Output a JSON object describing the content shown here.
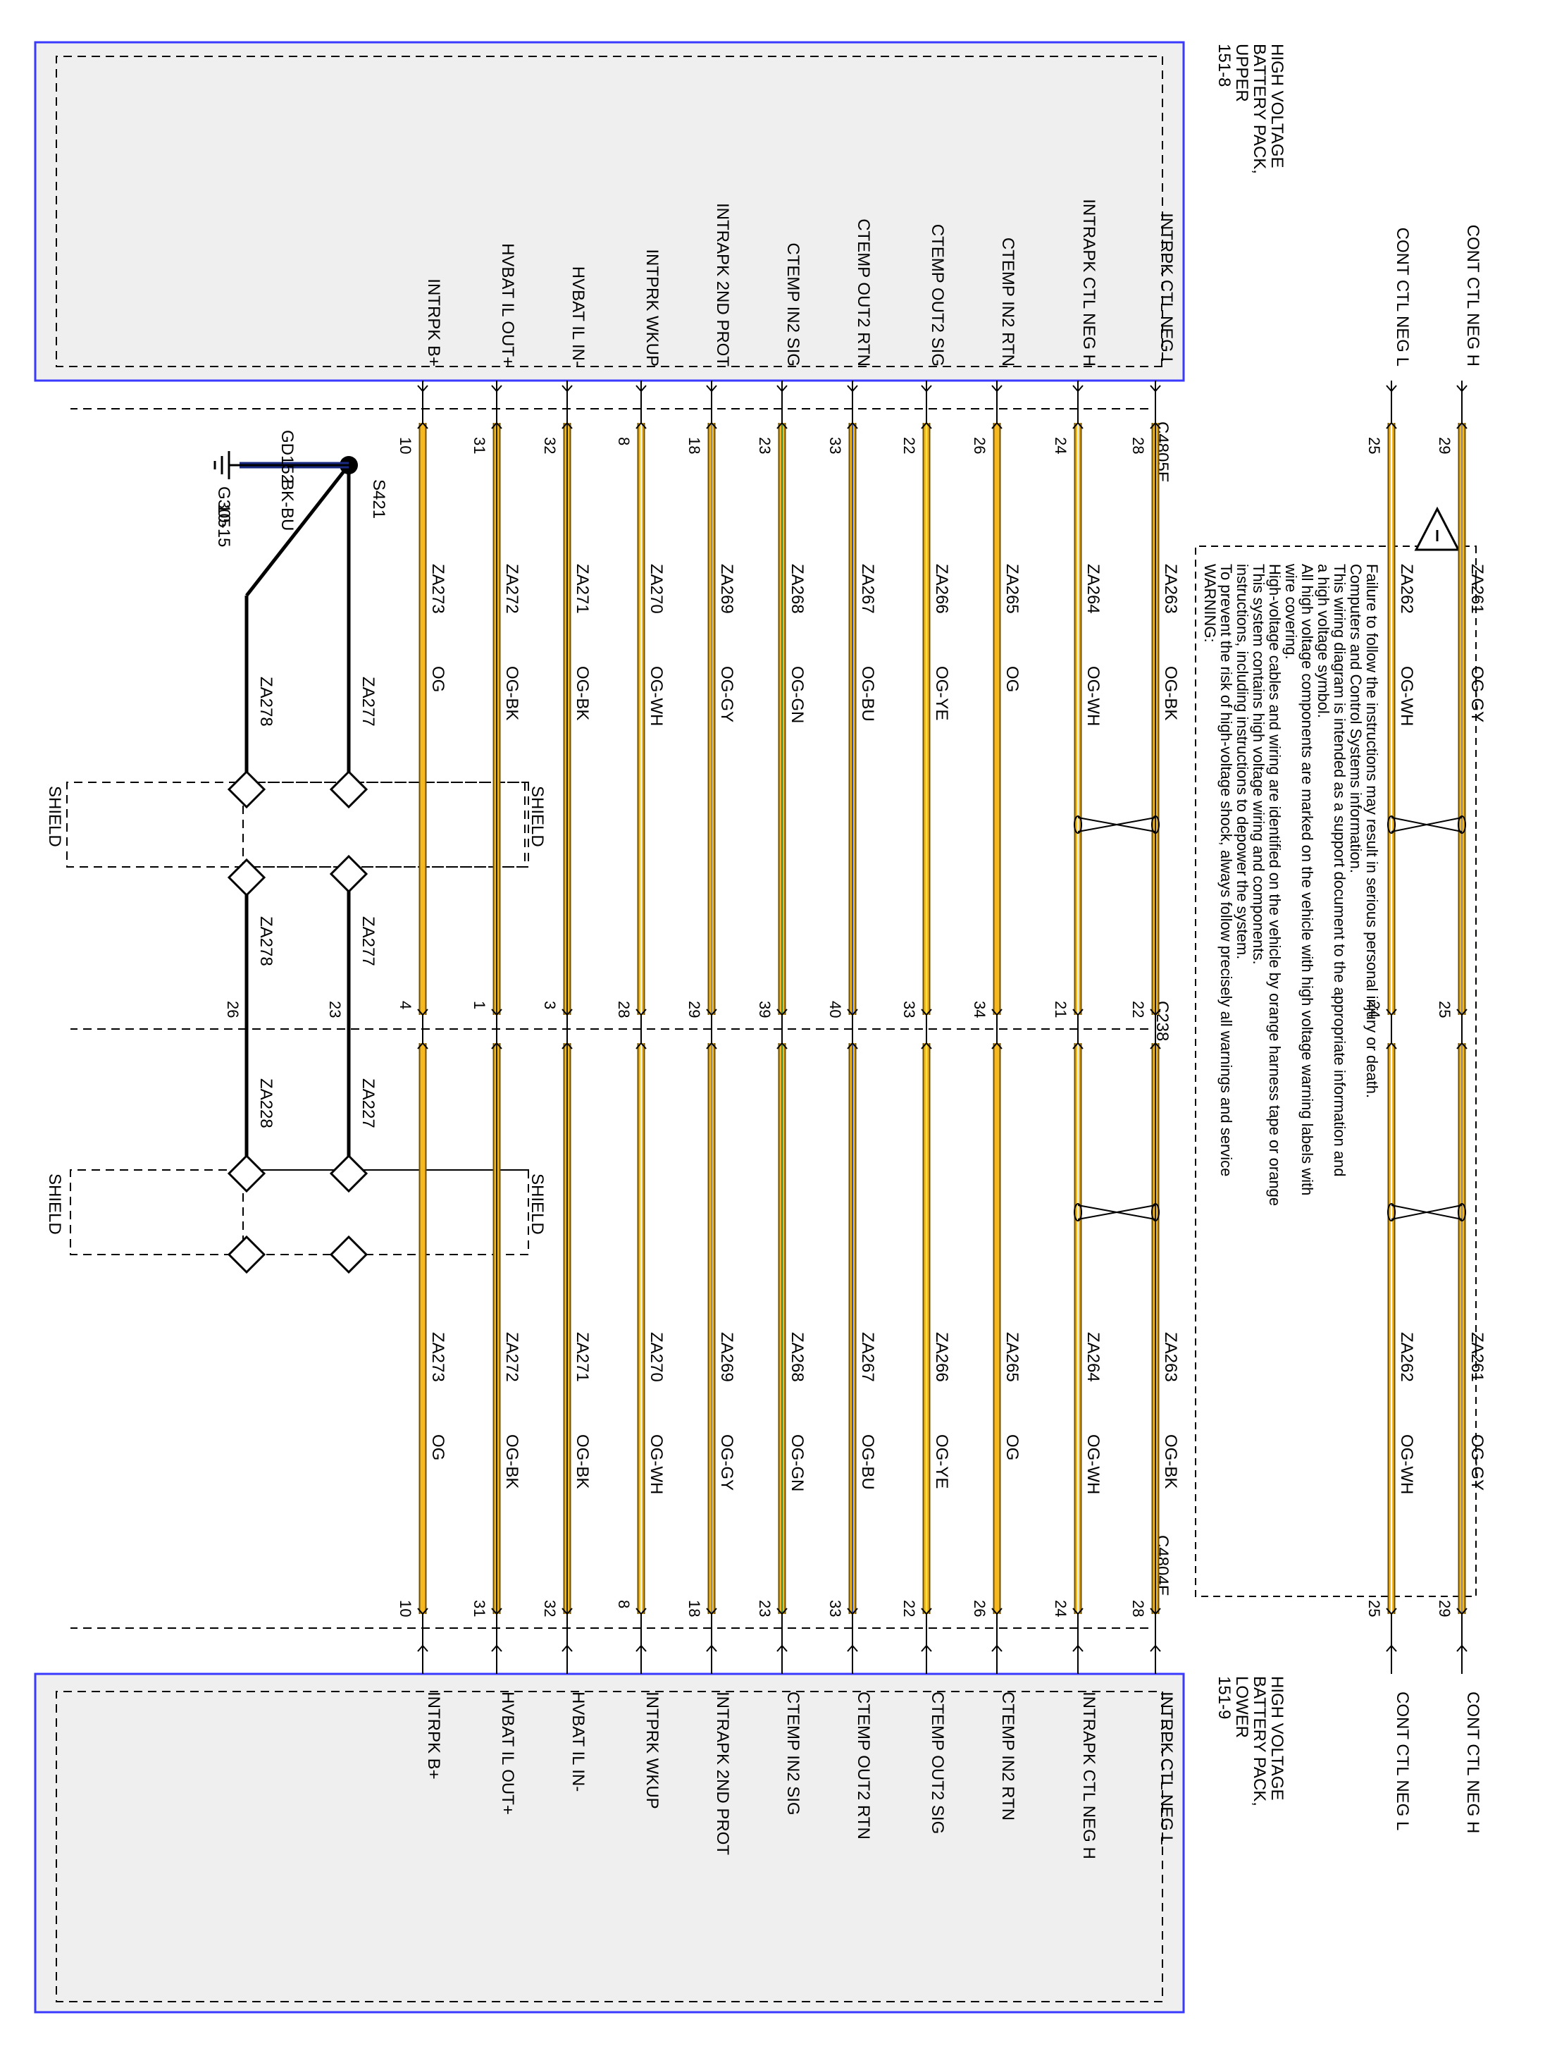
{
  "modules": {
    "upper": {
      "title": [
        "HIGH VOLTAGE",
        "BATTERY PACK,",
        "UPPER",
        "151-8"
      ],
      "fill": "#efefef",
      "border": "#3a3aff"
    },
    "lower": {
      "title": [
        "HIGH VOLTAGE",
        "BATTERY PACK,",
        "LOWER",
        "151-9"
      ],
      "fill": "#efefef",
      "border": "#3a3aff"
    }
  },
  "connectors": {
    "top": "C4805E",
    "middle": "C238",
    "bottom": "C4804E"
  },
  "warning": {
    "lines": [
      "WARNING:",
      "To prevent the risk of high-voltage shock, always follow precisely all warnings and service",
      "instructions, including instructions to depower the system.",
      "This system contains high voltage wiring and components.",
      "High-voltage cables and wiring are identified on the vehicle by orange harness tape or orange",
      "wire covering.",
      "All high voltage components are marked on the vehicle with high voltage warning labels with",
      "a high voltage symbol.",
      "This wiring diagram is intended as a support document to the appropriate information and",
      "   Computers and Control Systems information.",
      "Failure to follow the instructions may result in serious personal injury or death."
    ],
    "icon": "warning-triangle-icon"
  },
  "circuits": [
    {
      "func": "INTRPK B+",
      "pin_top": "10",
      "pin_mid": "4",
      "pin_bot": "10",
      "wire": "ZA273",
      "color": "OG",
      "stripe": null
    },
    {
      "func": "HVBAT IL OUT+",
      "pin_top": "31",
      "pin_mid": "1",
      "pin_bot": "31",
      "wire": "ZA272",
      "color": "OG-BK",
      "stripe": "#222222"
    },
    {
      "func": "HVBAT IL IN-",
      "pin_top": "32",
      "pin_mid": "3",
      "pin_bot": "32",
      "wire": "ZA271",
      "color": "OG-BK",
      "stripe": "#222222"
    },
    {
      "func": "INTPRK WKUP",
      "pin_top": "8",
      "pin_mid": "28",
      "pin_bot": "8",
      "wire": "ZA270",
      "color": "OG-WH",
      "stripe": "#ffffff"
    },
    {
      "func": "INTRAPK 2ND PROT",
      "pin_top": "18",
      "pin_mid": "29",
      "pin_bot": "18",
      "wire": "ZA269",
      "color": "OG-GY",
      "stripe": "#8a8a8a"
    },
    {
      "func": "CTEMP IN2 SIG",
      "pin_top": "23",
      "pin_mid": "39",
      "pin_bot": "23",
      "wire": "ZA268",
      "color": "OG-GN",
      "stripe": "#3a8a3a"
    },
    {
      "func": "CTEMP OUT2 RTN",
      "pin_top": "33",
      "pin_mid": "40",
      "pin_bot": "33",
      "wire": "ZA267",
      "color": "OG-BU",
      "stripe": "#2a55c0"
    },
    {
      "func": "CTEMP OUT2 SIG",
      "pin_top": "22",
      "pin_mid": "33",
      "pin_bot": "22",
      "wire": "ZA266",
      "color": "OG-YE",
      "stripe": "#f3e23a"
    },
    {
      "func": "CTEMP IN2 RTN",
      "pin_top": "26",
      "pin_mid": "34",
      "pin_bot": "26",
      "wire": "ZA265",
      "color": "OG",
      "stripe": null
    },
    {
      "func": "INTRAPK CTL NEG H",
      "pin_top": "24",
      "pin_mid": "21",
      "pin_bot": "24",
      "wire": "ZA264",
      "color": "OG-WH",
      "stripe": "#ffffff"
    },
    {
      "func": "INTRPK CTL NEG L",
      "pin_top": "28",
      "pin_mid": "22",
      "pin_bot": "28",
      "wire": "ZA263",
      "color": "OG-BK",
      "stripe": "#222222"
    },
    {
      "func": "CONT CTL NEG L",
      "pin_top": "25",
      "pin_mid": "24",
      "pin_bot": "25",
      "wire": "ZA262",
      "color": "OG-WH",
      "stripe": "#ffffff"
    },
    {
      "func": "CONT CTL NEG H",
      "pin_top": "29",
      "pin_mid": "25",
      "pin_bot": "29",
      "wire": "ZA261",
      "color": "OG-GY",
      "stripe": "#8a8a8a"
    }
  ],
  "shield_drains": {
    "drain_a": {
      "wire_upper": "ZA277",
      "wire_lower": "ZA227",
      "pin_mid": "23"
    },
    "drain_b": {
      "wire_upper": "ZA278",
      "wire_lower": "ZA228",
      "pin_mid": "26"
    },
    "shield_label": "SHIELD"
  },
  "ground": {
    "splice": "S421",
    "wire": "GD152",
    "wire_color": "BK-BU",
    "ground_point": "G305",
    "ref": "10-15"
  },
  "colors": {
    "wire_orange": "#f5b820",
    "wire_outline": "#6e5000",
    "module_border": "#3a3aff"
  }
}
